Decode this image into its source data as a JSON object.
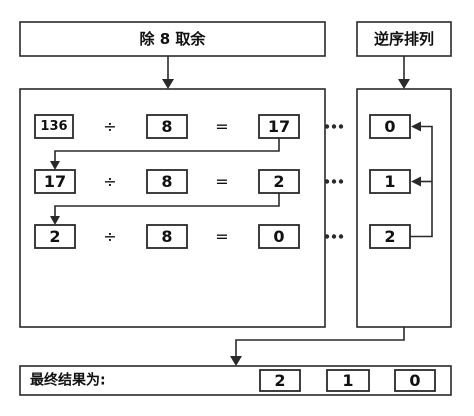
{
  "headers": {
    "divide_title": "除 8 取余",
    "reverse_title": "逆序排列"
  },
  "division_rows": [
    {
      "dividend": "136",
      "operator": "÷",
      "divisor": "8",
      "equals": "=",
      "quotient": "17"
    },
    {
      "dividend": "17",
      "operator": "÷",
      "divisor": "8",
      "equals": "=",
      "quotient": "2"
    },
    {
      "dividend": "2",
      "operator": "÷",
      "divisor": "8",
      "equals": "=",
      "quotient": "0"
    }
  ],
  "remainders": [
    "0",
    "1",
    "2"
  ],
  "result": {
    "label": "最终结果为:",
    "digits": [
      "2",
      "1",
      "0"
    ]
  }
}
